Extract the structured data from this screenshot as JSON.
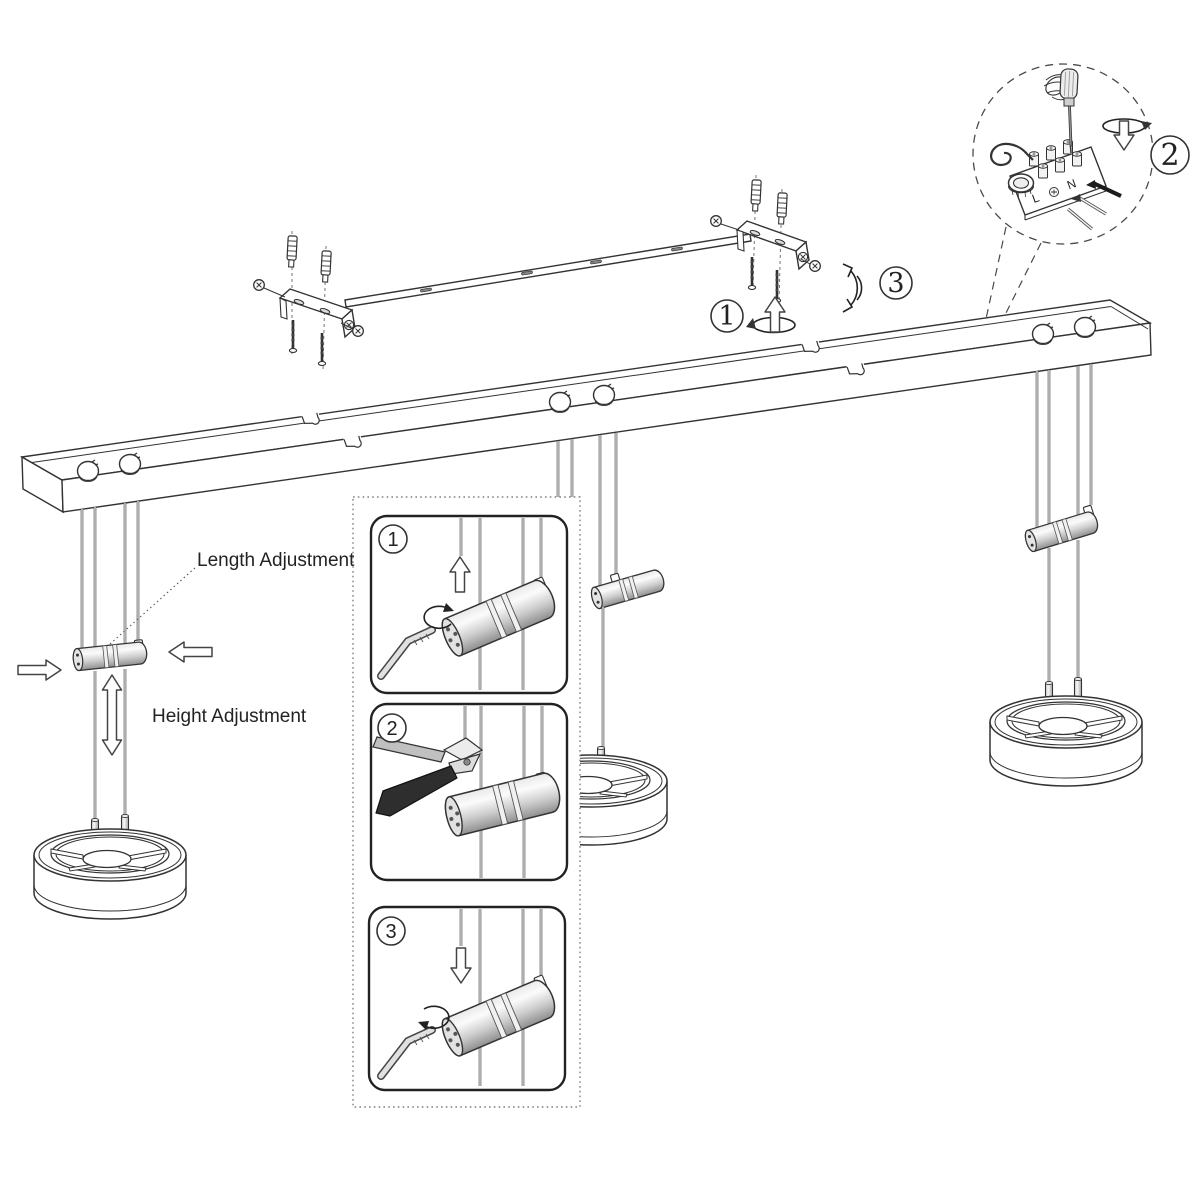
{
  "diagram": {
    "title": "pendant-light-installation-diagram",
    "labels": {
      "length_adjustment": "Length Adjustment",
      "height_adjustment": "Height Adjustment"
    },
    "step_badges": {
      "step1": "1",
      "step2": "2",
      "step3": "3"
    },
    "inset_steps": {
      "step1": "1",
      "step2": "2",
      "step3": "3"
    },
    "terminal_labels": {
      "live": "L",
      "neutral": "N"
    },
    "colors": {
      "line": "#333333",
      "metal_light": "#f4f4f4",
      "metal_mid": "#d9d9d9",
      "metal_dark": "#8f8f8f",
      "tool_dark": "#2e2e2e",
      "background": "#ffffff"
    }
  }
}
